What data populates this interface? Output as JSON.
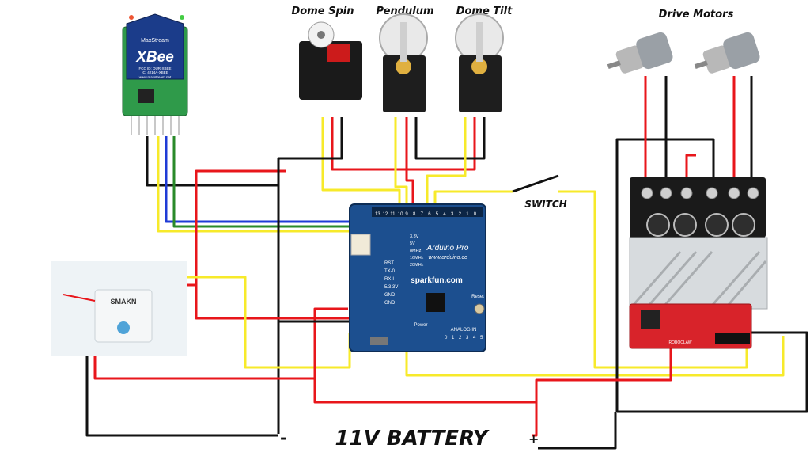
{
  "labels": {
    "dome_spin": "Dome Spin",
    "pendulum": "Pendulum",
    "dome_tilt": "Dome Tilt",
    "drive_motors": "Drive Motors",
    "switch": "SWITCH",
    "battery_minus": "-",
    "battery": "11V BATTERY",
    "battery_plus": "+"
  },
  "xbee": {
    "brand": "MaxStream",
    "model": "XBee",
    "fcc": "FCC ID: OUR-XBEE",
    "ic": "IC: 4214A-XBEE",
    "url": "www.maxstream.net"
  },
  "regulator": {
    "brand": "SMAKN"
  },
  "arduino": {
    "title": "Arduino Pro",
    "url": "www.arduino.cc",
    "maker": "sparkfun.com",
    "left_pins": [
      "RST",
      "TX-0",
      "RX-I",
      "5/3.3V",
      "GND",
      "GND"
    ],
    "options": [
      "3.3V",
      "5V",
      "8MHz",
      "16MHz",
      "20MHz"
    ],
    "analog": "ANALOG IN",
    "power": "Power",
    "reset": "Reset",
    "digital_pins": [
      "13",
      "12",
      "11",
      "10",
      "9",
      "8",
      "7",
      "6",
      "5",
      "4",
      "3",
      "2",
      "1",
      "0"
    ],
    "analog_pins": [
      "0",
      "1",
      "2",
      "3",
      "4",
      "5"
    ]
  },
  "motor_controller": {
    "name": "ROBOCLAW"
  },
  "colors": {
    "wire_red": "#e8161b",
    "wire_black": "#111111",
    "wire_yellow": "#f7ea2a",
    "wire_blue": "#1f3bd6",
    "wire_green": "#2a8a2a",
    "arduino_blue": "#1c4f8f",
    "controller_red": "#d8232a"
  }
}
